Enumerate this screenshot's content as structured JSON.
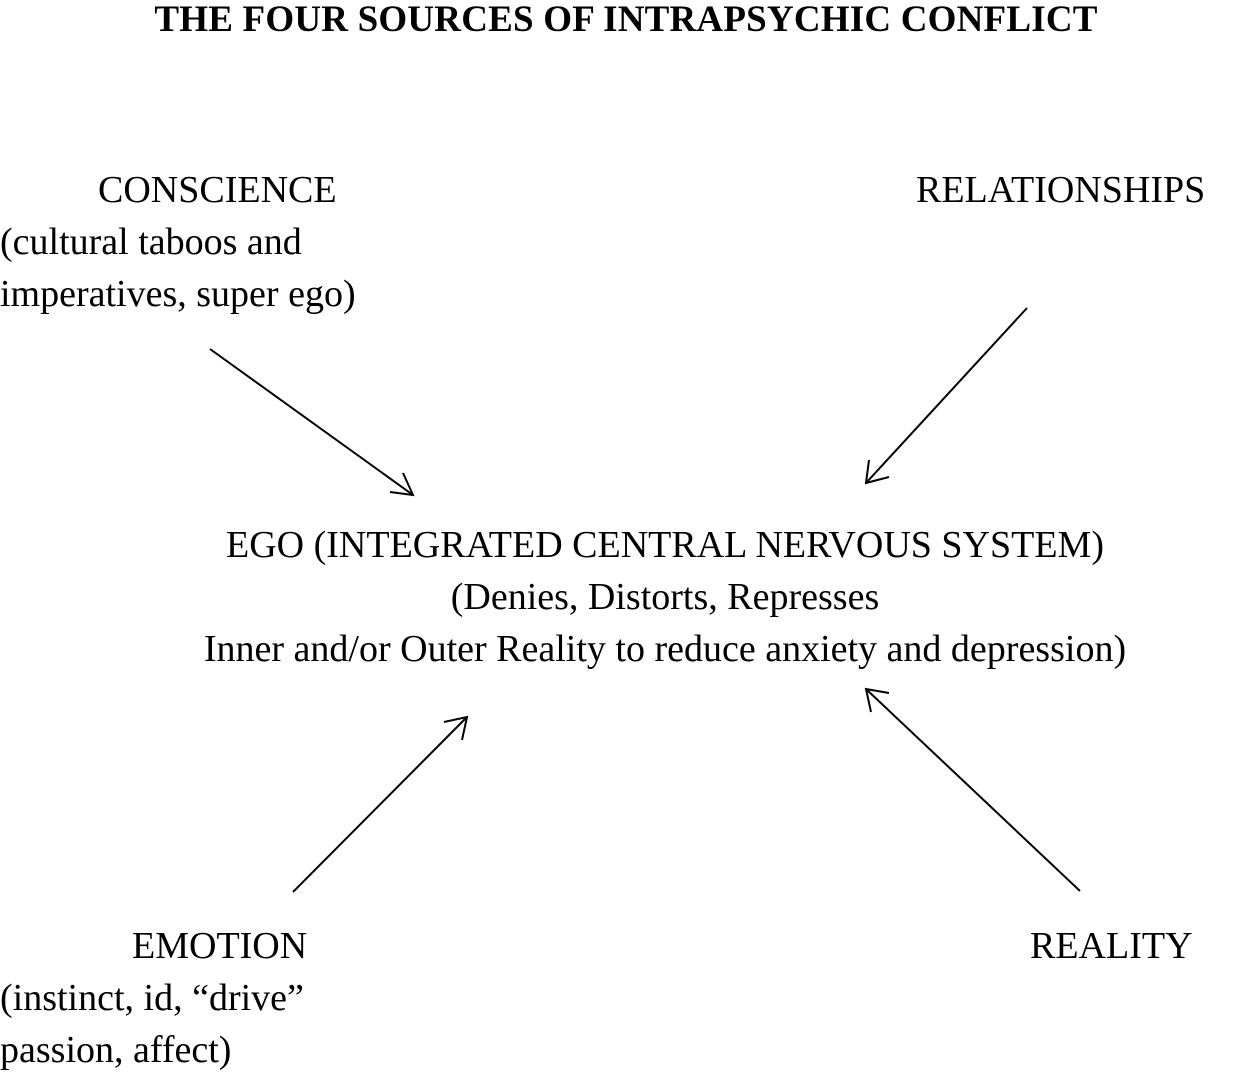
{
  "title": "THE FOUR SOURCES OF INTRAPSYCHIC CONFLICT",
  "conscience": {
    "heading": "CONSCIENCE",
    "lines": [
      "(cultural taboos and",
      "imperatives, super ego)"
    ]
  },
  "relationships": {
    "heading": "RELATIONSHIPS"
  },
  "ego": {
    "heading": "EGO (INTEGRATED CENTRAL NERVOUS SYSTEM)",
    "lines": [
      "(Denies, Distorts, Represses",
      "Inner and/or Outer Reality to reduce anxiety and depression)"
    ]
  },
  "emotion": {
    "heading": "EMOTION",
    "lines": [
      "(instinct, id, “drive”",
      "passion, affect)"
    ]
  },
  "reality": {
    "heading": "REALITY"
  }
}
